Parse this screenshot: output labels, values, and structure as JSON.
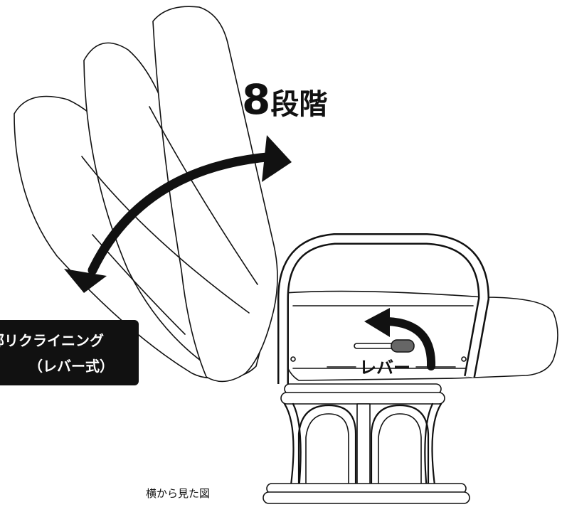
{
  "recline": {
    "steps_number": "8",
    "steps_unit": "段階"
  },
  "badge": {
    "line1": "部リクライニング",
    "line2": "（レバー式）"
  },
  "lever": {
    "label": "レバー"
  },
  "caption": {
    "text": "横から見た図"
  }
}
